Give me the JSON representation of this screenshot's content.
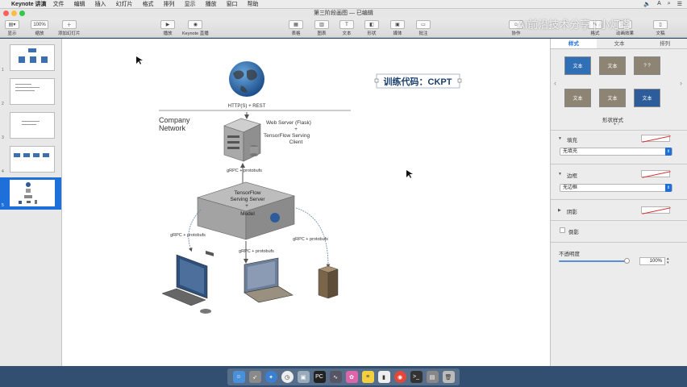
{
  "menubar": {
    "app_name": "Keynote 讲演",
    "menus": [
      "文件",
      "编辑",
      "插入",
      "幻灯片",
      "格式",
      "排列",
      "显示",
      "播放",
      "窗口",
      "帮助"
    ],
    "status": [
      "🔈",
      "A",
      "⌕",
      "☰"
    ]
  },
  "window": {
    "title": "第三阶段画图 — 已编辑"
  },
  "toolbar": {
    "display_label": "显示",
    "zoom_value": "100%",
    "zoom_label": "缩放",
    "add_slide_label": "添加幻灯片",
    "play_label": "播放",
    "live_label": "Keynote 直播",
    "table_label": "表格",
    "chart_label": "图表",
    "text_label": "文本",
    "shape_label": "形状",
    "media_label": "媒体",
    "comment_label": "批注",
    "collab_label": "协作",
    "format_label": "格式",
    "animate_label": "动画效果",
    "document_label": "文稿"
  },
  "watermark": "AI前沿技术分享  |  小灯塔",
  "navigator": {
    "slides": [
      {
        "number": "1"
      },
      {
        "number": "2"
      },
      {
        "number": "3"
      },
      {
        "number": "4"
      },
      {
        "number": "5",
        "selected": true
      }
    ]
  },
  "slide": {
    "internet_label": "HTTP(S) + REST",
    "company_network_label": "Company\nNetwork",
    "web_server_label_1": "Web Server (Flask)",
    "web_server_label_2": "+",
    "web_server_label_3": "TensorFlow Serving",
    "web_server_label_4": "Client",
    "grpc_top_label": "gRPC + protobufs",
    "tf_server_label_1": "TensorFlow",
    "tf_server_label_2": "Serving Server",
    "tf_server_label_3": "+",
    "tf_server_label_4": "Model",
    "grpc_left_label": "gRPC + protobufs",
    "grpc_mid_label": "gRPC + protobufs",
    "grpc_right_label": "gRPC + protobufs",
    "code_box_text": "训练代码：CKPT"
  },
  "inspector": {
    "tabs": [
      "样式",
      "文本",
      "排列"
    ],
    "active_tab": "样式",
    "swatches": [
      {
        "text": "文本",
        "bg": "#2f6fb5"
      },
      {
        "text": "文本",
        "bg": "#8d8474"
      },
      {
        "text": "? ?",
        "bg": "#8d8474"
      },
      {
        "text": "文本",
        "bg": "#8d8474"
      },
      {
        "text": "文本",
        "bg": "#8d8474"
      },
      {
        "text": "文本",
        "bg": "#2c5c99"
      }
    ],
    "shape_styles_label": "形状样式",
    "fill_label": "填充",
    "fill_value": "无填充",
    "border_label": "边框",
    "border_value": "无边框",
    "shadow_label": "阴影",
    "reflection_label": "倒影",
    "opacity_label": "不透明度",
    "opacity_value": "100%"
  },
  "dock": {
    "icons": [
      "finder-icon",
      "rocket-icon",
      "safari-icon",
      "clock-icon",
      "preview-icon",
      "pycharm-icon",
      "activity-icon",
      "photos-icon",
      "notes-icon",
      "keynote-icon",
      "chrome-icon",
      "terminal-icon",
      "files-icon",
      "trash-icon"
    ]
  },
  "colors": {
    "accent": "#1e6fd9",
    "desktop": "#2a4a6e",
    "server": "#8a8a8a"
  }
}
